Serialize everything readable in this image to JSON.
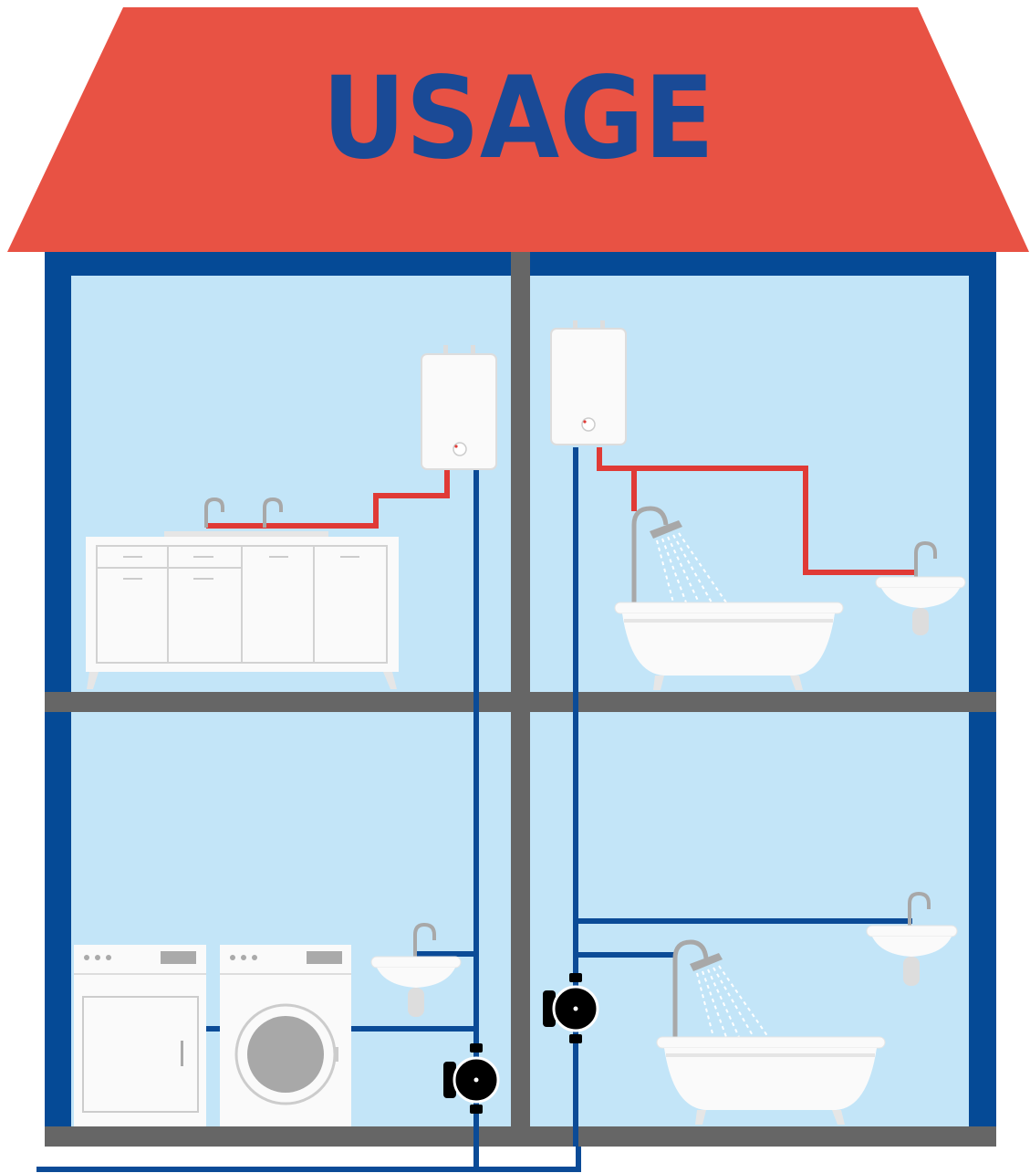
{
  "title": "USAGE",
  "colors": {
    "roof": "#e85244",
    "title": "#1a4a96",
    "wall": "#054a96",
    "room": "#c3e5f8",
    "floor": "#666666",
    "cold_pipe": "#0b4b97",
    "hot_pipe": "#e03a36",
    "fixture": "#fafafa",
    "fixture_outline": "#dddddd",
    "faucet": "#a8a8a8",
    "pump": "#000000"
  },
  "rooms": [
    {
      "name": "kitchen",
      "floor": "upper",
      "fixtures": [
        "water-heater",
        "kitchen-cabinet",
        "faucet",
        "faucet"
      ]
    },
    {
      "name": "bathroom-upper",
      "floor": "upper",
      "fixtures": [
        "water-heater",
        "bathtub",
        "shower",
        "sink"
      ]
    },
    {
      "name": "laundry",
      "floor": "lower",
      "fixtures": [
        "dryer",
        "washing-machine",
        "sink",
        "circulation-pump"
      ]
    },
    {
      "name": "bathroom-lower",
      "floor": "lower",
      "fixtures": [
        "bathtub",
        "shower",
        "sink",
        "circulation-pump"
      ]
    }
  ]
}
